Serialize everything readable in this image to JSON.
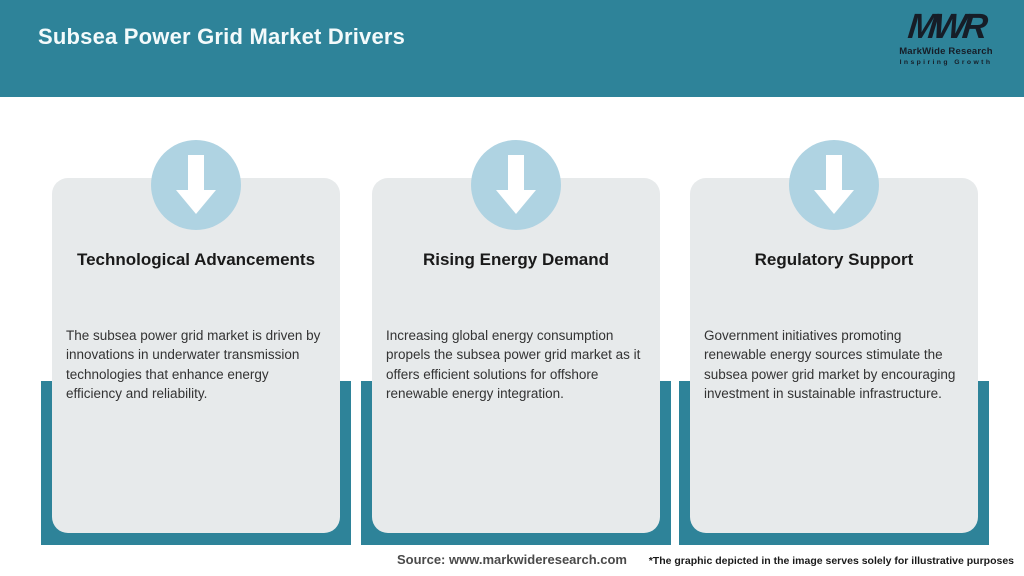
{
  "header": {
    "title": "Subsea Power Grid Market Drivers",
    "logo": {
      "monogram": "MWR",
      "name": "MarkWide Research",
      "tagline": "Inspiring Growth"
    }
  },
  "cards": [
    {
      "icon": "down-arrow-icon",
      "title": "Technological Advancements",
      "description": "The subsea power grid market is driven by innovations in underwater transmission technologies that enhance energy efficiency and reliability."
    },
    {
      "icon": "down-arrow-icon",
      "title": "Rising Energy Demand",
      "description": "Increasing global energy consumption propels the subsea power grid market as it offers efficient solutions for offshore renewable energy integration."
    },
    {
      "icon": "down-arrow-icon",
      "title": "Regulatory Support",
      "description": "Government initiatives promoting renewable energy sources stimulate the subsea power grid market by encouraging investment in sustainable infrastructure."
    }
  ],
  "footer": {
    "source": "Source: www.markwideresearch.com",
    "disclaimer": "*The graphic depicted in the image serves solely for illustrative purposes"
  },
  "colors": {
    "header_teal": "#2E8399",
    "card_backdrop_teal": "#2E8399",
    "card_bg": "#E7EAEB",
    "circle_blue": "#AFD3E2",
    "arrow_white": "#FFFFFF",
    "logo_dark": "#161D27",
    "title_text": "#F3FAFB"
  }
}
